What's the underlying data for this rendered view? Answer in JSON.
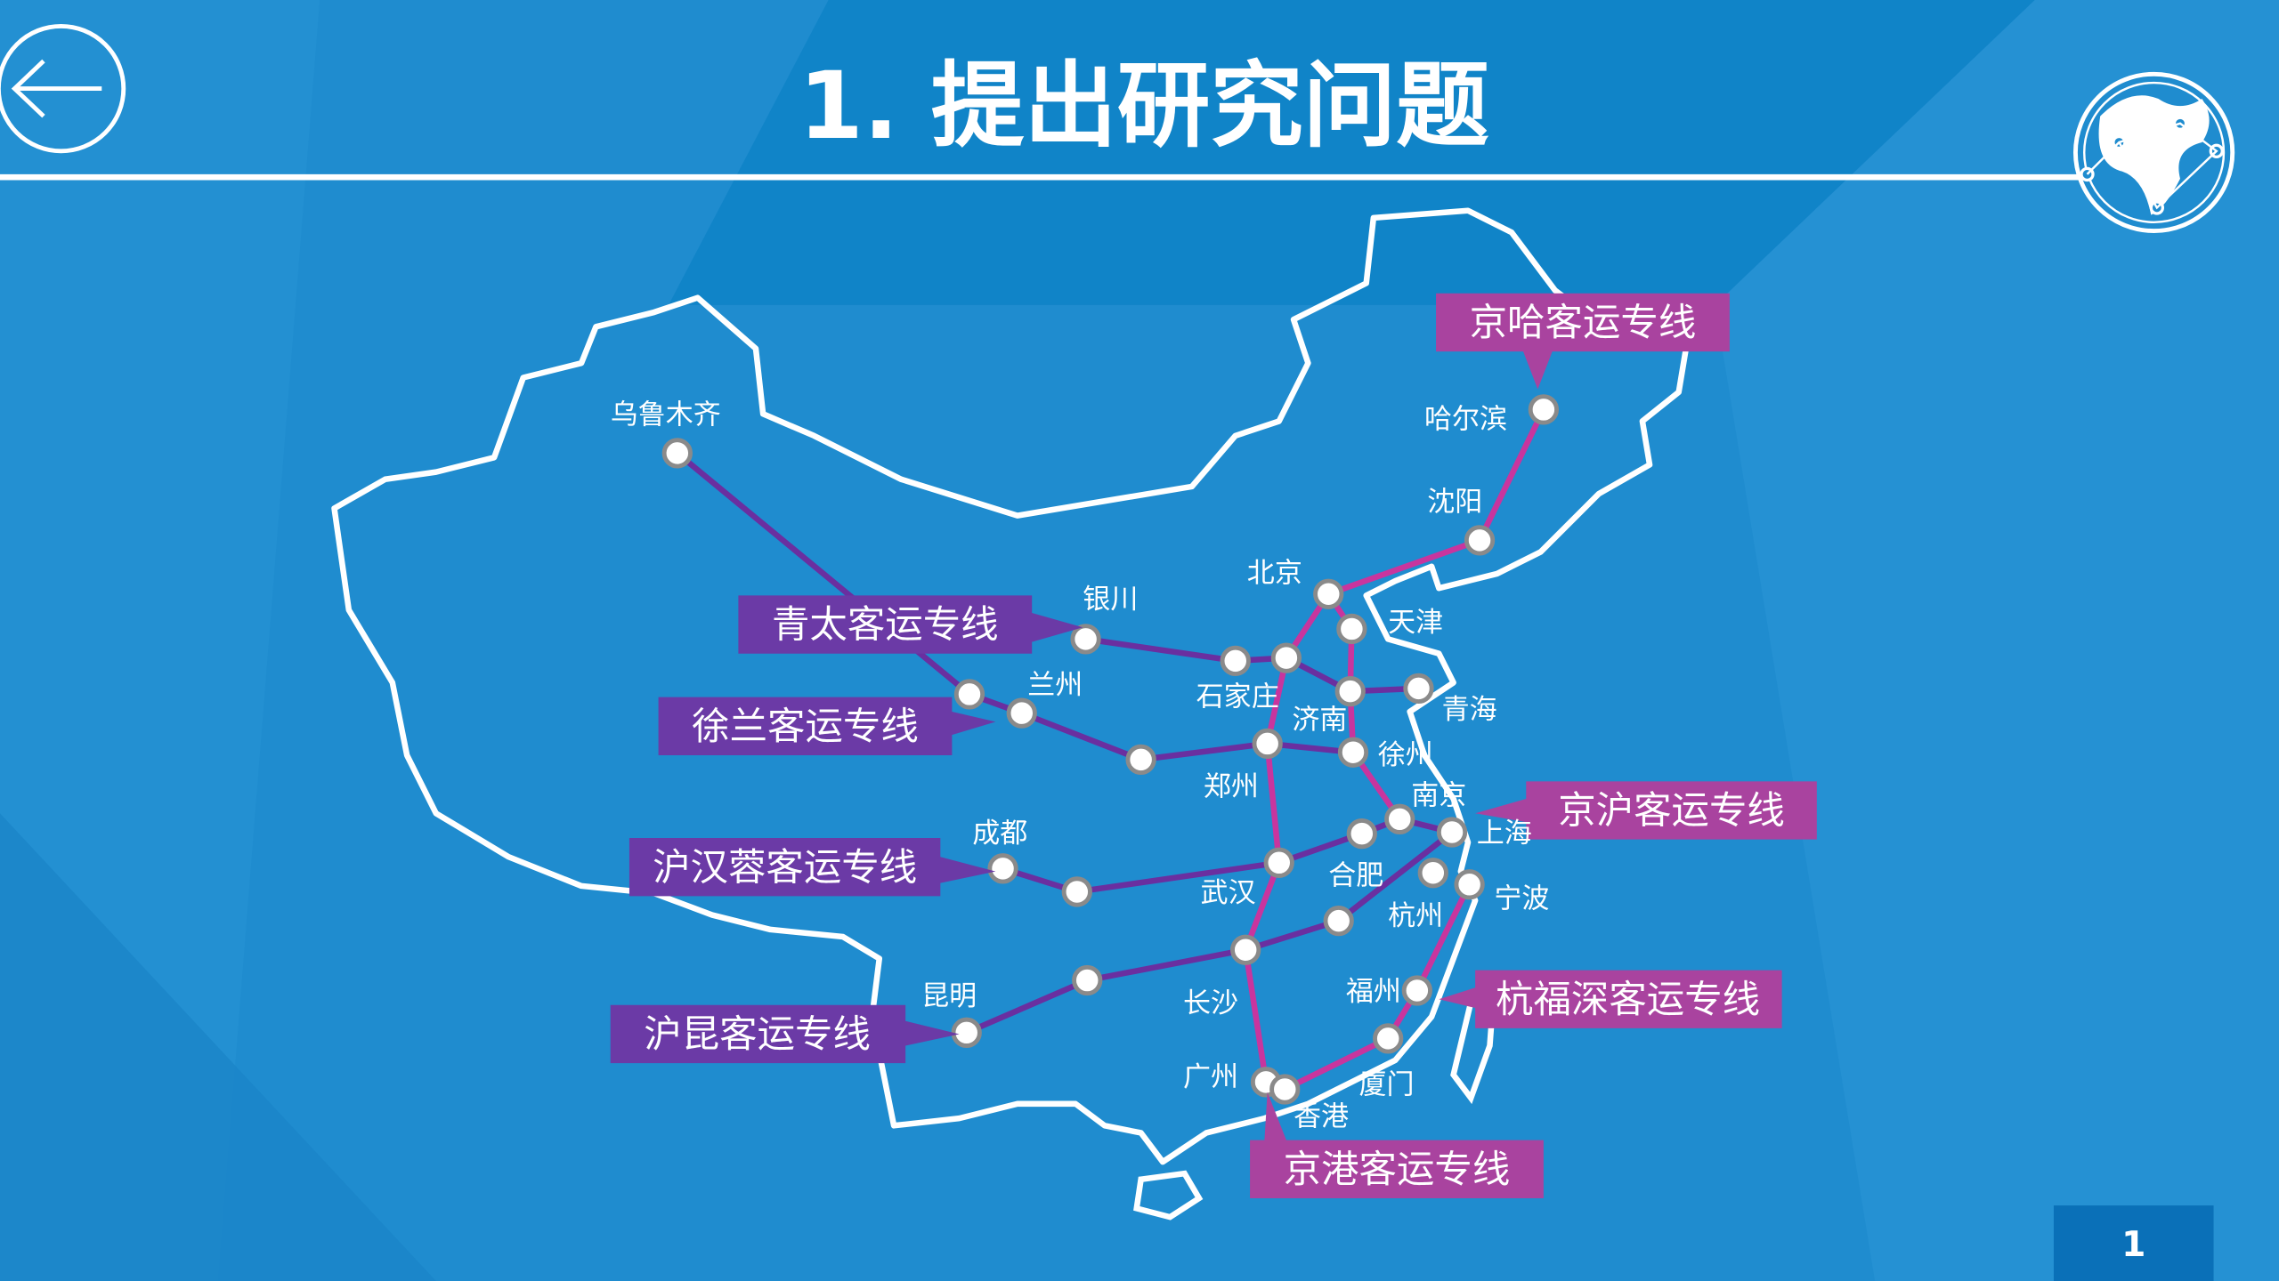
{
  "header": {
    "title": "1. 提出研究问题",
    "back_icon": "arrow-left-circle-icon",
    "logo_icon": "globe-network-icon"
  },
  "page_number": "1",
  "colors": {
    "background": "#1f8ccf",
    "pink_line": "#c8359e",
    "purple_line": "#6a2fa0",
    "callout_purple": "#6b3aa6",
    "callout_magenta": "#a9439f",
    "page_box": "#0a70b8"
  },
  "cities": {
    "urumqi": "乌鲁木齐",
    "harbin": "哈尔滨",
    "shenyang": "沈阳",
    "beijing": "北京",
    "tianjin": "天津",
    "yinchuan": "银川",
    "lanzhou": "兰州",
    "shijiazhuang": "石家庄",
    "jinan": "济南",
    "qingdao": "青海",
    "xuzhou": "徐州",
    "zhengzhou": "郑州",
    "nanjing": "南京",
    "shanghai": "上海",
    "hefei": "合肥",
    "hangzhou": "杭州",
    "ningbo": "宁波",
    "chengdu": "成都",
    "wuhan": "武汉",
    "changsha": "长沙",
    "kunming": "昆明",
    "fuzhou": "福州",
    "xiamen": "厦门",
    "guangzhou": "广州",
    "hongkong": "香港"
  },
  "lines": {
    "jingha": "京哈客运专线",
    "qingtai": "青太客运专线",
    "xulan": "徐兰客运专线",
    "huhanrong": "沪汉蓉客运专线",
    "hukun": "沪昆客运专线",
    "jinghu": "京沪客运专线",
    "hangfushen": "杭福深客运专线",
    "jinggang": "京港客运专线"
  }
}
